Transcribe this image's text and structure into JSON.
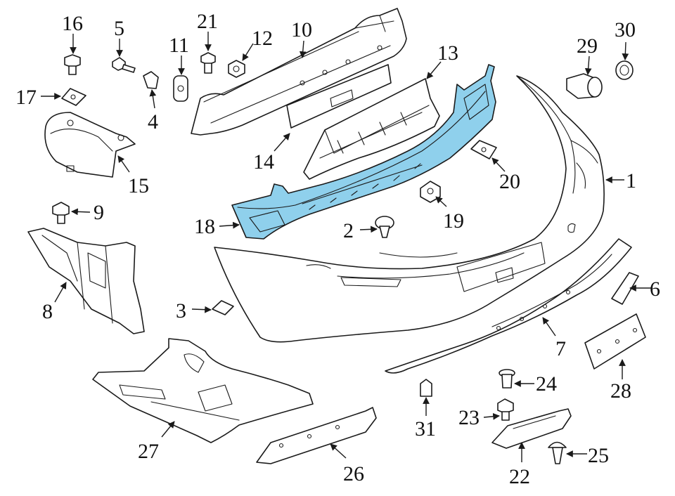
{
  "callouts": [
    {
      "id": "1",
      "label": "1"
    },
    {
      "id": "2",
      "label": "2"
    },
    {
      "id": "3",
      "label": "3"
    },
    {
      "id": "4",
      "label": "4"
    },
    {
      "id": "5",
      "label": "5"
    },
    {
      "id": "6",
      "label": "6"
    },
    {
      "id": "7",
      "label": "7"
    },
    {
      "id": "8",
      "label": "8"
    },
    {
      "id": "9",
      "label": "9"
    },
    {
      "id": "10",
      "label": "10"
    },
    {
      "id": "11",
      "label": "11"
    },
    {
      "id": "12",
      "label": "12"
    },
    {
      "id": "13",
      "label": "13"
    },
    {
      "id": "14",
      "label": "14"
    },
    {
      "id": "15",
      "label": "15"
    },
    {
      "id": "16",
      "label": "16"
    },
    {
      "id": "17",
      "label": "17"
    },
    {
      "id": "18",
      "label": "18"
    },
    {
      "id": "19",
      "label": "19"
    },
    {
      "id": "20",
      "label": "20"
    },
    {
      "id": "21",
      "label": "21"
    },
    {
      "id": "22",
      "label": "22"
    },
    {
      "id": "23",
      "label": "23"
    },
    {
      "id": "24",
      "label": "24"
    },
    {
      "id": "25",
      "label": "25"
    },
    {
      "id": "26",
      "label": "26"
    },
    {
      "id": "27",
      "label": "27"
    },
    {
      "id": "28",
      "label": "28"
    },
    {
      "id": "29",
      "label": "29"
    },
    {
      "id": "30",
      "label": "30"
    },
    {
      "id": "31",
      "label": "31"
    }
  ],
  "highlighted_part": "18",
  "colors": {
    "highlight_fill": "#8fd0ec",
    "line": "#1a1a1a",
    "background": "#ffffff"
  }
}
